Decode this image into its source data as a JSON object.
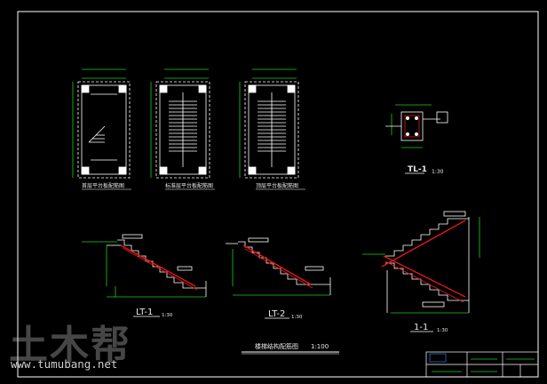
{
  "plans": [
    {
      "label": "首层平台板配筋图"
    },
    {
      "label": "标准层平台板配筋图"
    },
    {
      "label": "顶层平台板配筋图"
    }
  ],
  "beam_detail": {
    "name": "TL-1",
    "scale": "1:30"
  },
  "stairs": [
    {
      "name": "LT-1",
      "scale": "1:30"
    },
    {
      "name": "LT-2",
      "scale": "1:30"
    },
    {
      "name": "1-1",
      "scale": "1:30"
    }
  ],
  "drawing_title": "楼梯结构配筋图",
  "drawing_scale": "1:100",
  "watermark": {
    "logo_text": "土木帮",
    "url": "www.tumubang.net"
  },
  "colors": {
    "background": "#000000",
    "lines": "#ffffff",
    "rebar": "#e01818",
    "dimension": "#19d119"
  }
}
